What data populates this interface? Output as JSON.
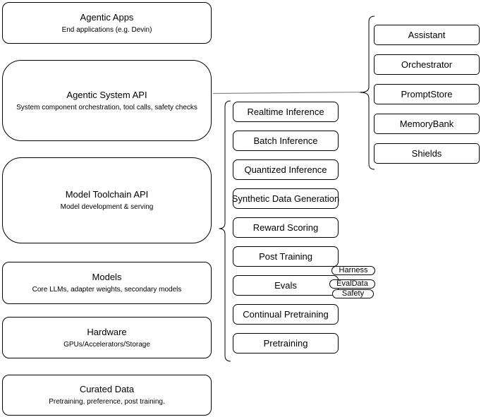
{
  "diagram": {
    "layers": [
      {
        "title": "Agentic Apps",
        "subtitle": "End applications (e.g. Devin)"
      },
      {
        "title": "Agentic System API",
        "subtitle": "System component orchestration, tool calls, safety checks"
      },
      {
        "title": "Model Toolchain API",
        "subtitle": "Model development & serving"
      },
      {
        "title": "Models",
        "subtitle": "Core LLMs, adapter weights, secondary models"
      },
      {
        "title": "Hardware",
        "subtitle": "GPUs/Accelerators/Storage"
      },
      {
        "title": "Curated Data",
        "subtitle": "Pretraining, preference, post training."
      }
    ],
    "toolchain_services": [
      "Realtime Inference",
      "Batch Inference",
      "Quantized Inference",
      "Synthetic Data Generation",
      "Reward Scoring",
      "Post Training",
      "Evals",
      "Continual Pretraining",
      "Pretraining"
    ],
    "eval_tags": [
      "Harness",
      "EvalData",
      "Safety"
    ],
    "system_components": [
      "Assistant",
      "Orchestrator",
      "PromptStore",
      "MemoryBank",
      "Shields"
    ]
  },
  "colors": {
    "background": "#ffffff",
    "stroke": "#000000",
    "text": "#000000",
    "connector_line": "#8c8c8c"
  }
}
